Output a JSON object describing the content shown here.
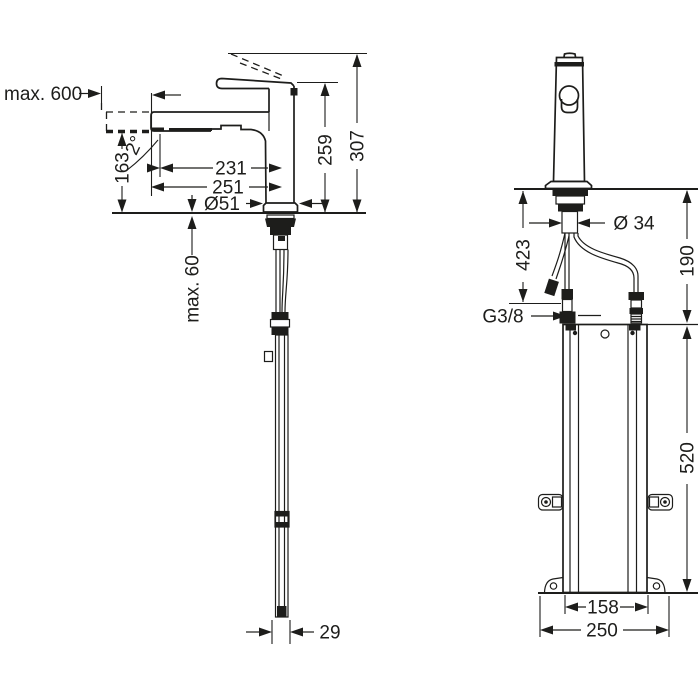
{
  "title": "Kitchen mixer installation dimension drawing",
  "colors": {
    "line": "#1d1d1b",
    "background": "#ffffff"
  },
  "views": {
    "side": {
      "dims": {
        "pullout": "max. 600",
        "spout_height": "163",
        "spout_angle": "2°",
        "reach": "231",
        "reach_total": "251",
        "base_dia": "Ø51",
        "h_spout": "259",
        "h_total": "307",
        "counter_max": "max. 60",
        "weight_w": "29"
      }
    },
    "front": {
      "dims": {
        "below": "423",
        "shank": "Ø 34",
        "thread": "G3/8",
        "gap": "190",
        "box_h": "520",
        "w_inner": "158",
        "w_outer": "250"
      }
    }
  }
}
